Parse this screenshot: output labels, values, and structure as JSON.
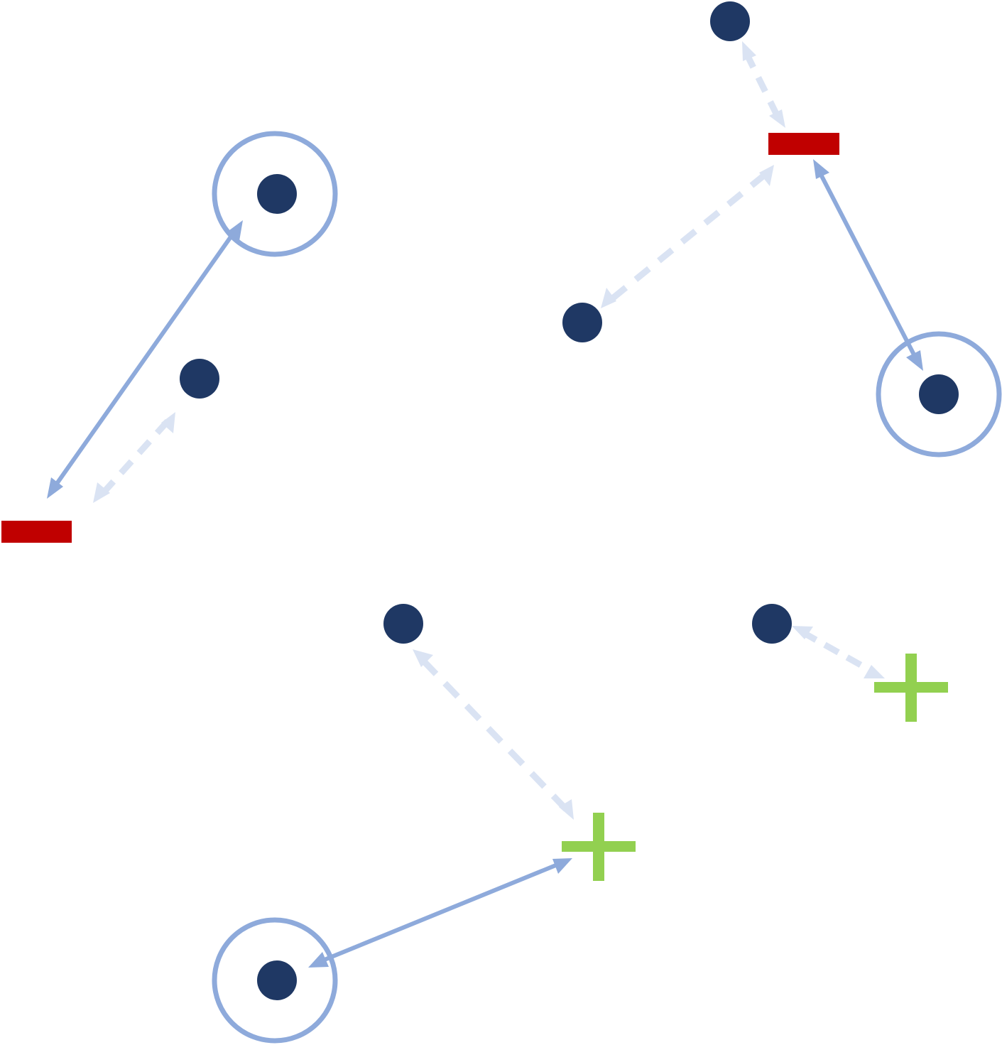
{
  "colors": {
    "node": "#1f3864",
    "ring": "#8eaadb",
    "strong_arrow": "#8eaadb",
    "weak_arrow": "#dae3f3",
    "negative": "#c00000",
    "positive": "#92d050",
    "background": "#ffffff"
  },
  "legend_semantics": {
    "node_shape": "filled-circle",
    "highlighted_node_shape": "ring-around-node",
    "negative_marker": "minus-sign",
    "positive_marker": "plus-sign",
    "strong_link": "solid-double-headed-arrow",
    "weak_link": "dashed-double-headed-arrow"
  },
  "counts": {
    "nodes": 8,
    "highlighted_nodes": 3,
    "negative_markers": 2,
    "positive_markers": 2,
    "strong_links": 3,
    "weak_links": 5
  }
}
